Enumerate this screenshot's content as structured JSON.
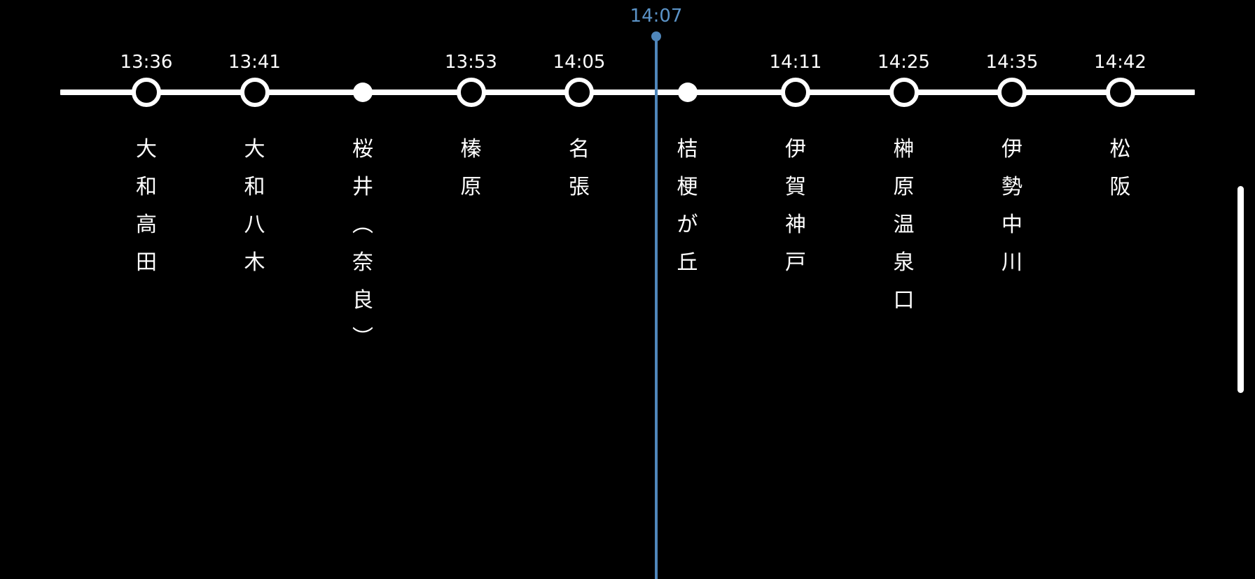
{
  "timeline": {
    "current_time": "14:07",
    "accent_color": "#4f86ba",
    "stations": [
      {
        "time": "13:36",
        "name": [
          "大",
          "和",
          "高",
          "田"
        ],
        "stop": "major"
      },
      {
        "time": "13:41",
        "name": [
          "大",
          "和",
          "八",
          "木"
        ],
        "stop": "major"
      },
      {
        "time": "",
        "name": [
          "桜",
          "井",
          "︵",
          "奈",
          "良",
          "︶"
        ],
        "stop": "minor"
      },
      {
        "time": "13:53",
        "name": [
          "榛",
          "原"
        ],
        "stop": "major"
      },
      {
        "time": "14:05",
        "name": [
          "名",
          "張"
        ],
        "stop": "major"
      },
      {
        "time": "",
        "name": [
          "桔",
          "梗",
          "が",
          "丘"
        ],
        "stop": "minor"
      },
      {
        "time": "14:11",
        "name": [
          "伊",
          "賀",
          "神",
          "戸"
        ],
        "stop": "major"
      },
      {
        "time": "14:25",
        "name": [
          "榊",
          "原",
          "温",
          "泉",
          "口"
        ],
        "stop": "major"
      },
      {
        "time": "14:35",
        "name": [
          "伊",
          "勢",
          "中",
          "川"
        ],
        "stop": "major"
      },
      {
        "time": "14:42",
        "name": [
          "松",
          "阪"
        ],
        "stop": "major"
      }
    ]
  }
}
